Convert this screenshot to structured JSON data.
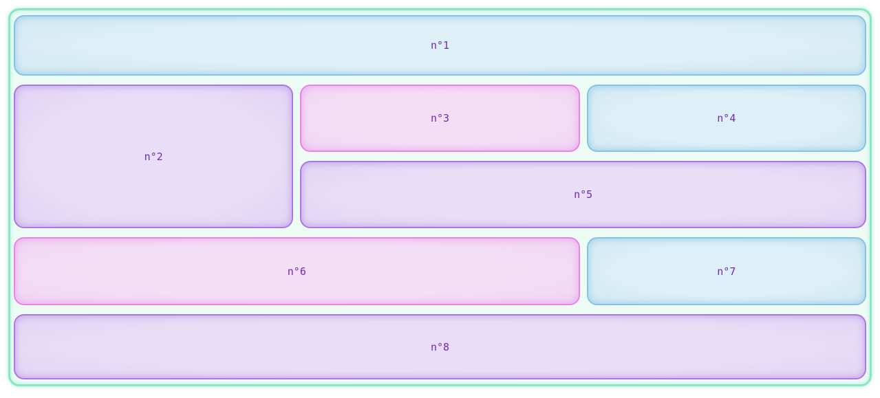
{
  "boxes": [
    {
      "label": "n°1",
      "variant": "blue"
    },
    {
      "label": "n°2",
      "variant": "purple"
    },
    {
      "label": "n°3",
      "variant": "pink"
    },
    {
      "label": "n°4",
      "variant": "blue"
    },
    {
      "label": "n°5",
      "variant": "purple"
    },
    {
      "label": "n°6",
      "variant": "pink"
    },
    {
      "label": "n°7",
      "variant": "blue"
    },
    {
      "label": "n°8",
      "variant": "purple"
    }
  ],
  "colors": {
    "page_background": "#ffffff",
    "label_text": "#7228b0",
    "container": {
      "border": "#8ae5c4",
      "background": "#ecfbf4",
      "glow": "rgba(138,229,196,0.55)"
    },
    "blue": {
      "border": "#84c2e6",
      "fill": "#ddeff7",
      "edge": "#d2e8f3",
      "glow": "rgba(132,194,230,0.55)"
    },
    "purple": {
      "border": "#ab77e2",
      "fill": "#e9def7",
      "edge": "#e2d3f4",
      "glow": "rgba(171,119,226,0.45)"
    },
    "pink": {
      "border": "#e983e9",
      "fill": "#f4def6",
      "edge": "#f0d4f3",
      "glow": "rgba(233,131,233,0.45)"
    }
  }
}
